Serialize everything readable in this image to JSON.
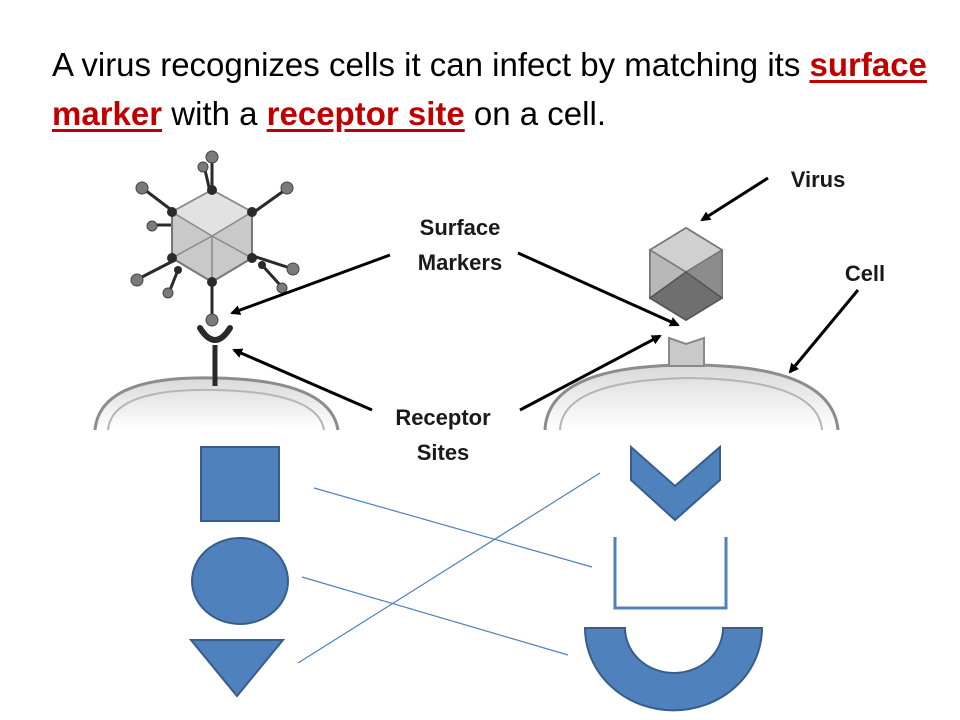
{
  "title": {
    "part1": "A virus recognizes cells it can infect by matching its ",
    "highlight1": "surface marker",
    "part2": " with a ",
    "highlight2": "receptor site",
    "part3": " on a cell."
  },
  "labels": {
    "virus": "Virus",
    "cell": "Cell",
    "surface_markers_line1": "Surface",
    "surface_markers_line2": "Markers",
    "receptor_sites_line1": "Receptor",
    "receptor_sites_line2": "Sites"
  },
  "colors": {
    "highlight": "#c00000",
    "shape_fill": "#4f81bd",
    "shape_stroke": "#385d8a",
    "match_line": "#4f81bd",
    "arrow": "#000000"
  }
}
